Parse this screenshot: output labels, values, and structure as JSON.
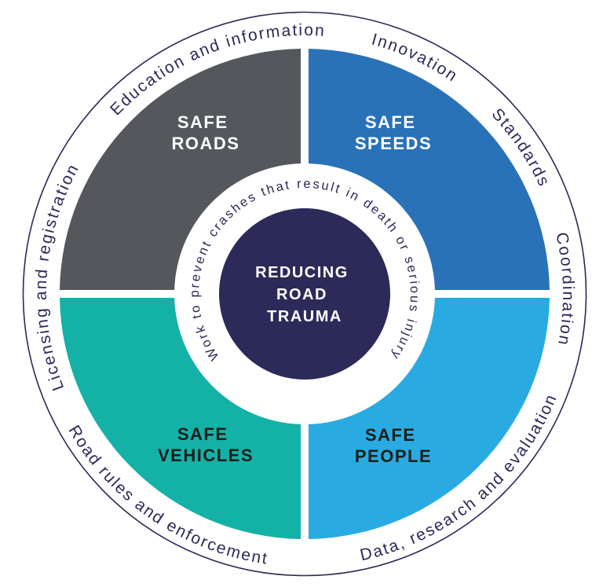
{
  "diagram": {
    "center": {
      "lines": [
        "REDUCING",
        "ROAD",
        "TRAUMA"
      ]
    },
    "inner_ring_text": "Work to prevent crashes that result in death or serious injury",
    "quadrants": [
      {
        "lines": [
          "SAFE",
          "ROADS"
        ],
        "color": "#54575c",
        "text_color": "#ffffff"
      },
      {
        "lines": [
          "SAFE",
          "SPEEDS"
        ],
        "color": "#2a72b8",
        "text_color": "#ffffff"
      },
      {
        "lines": [
          "SAFE",
          "VEHICLES"
        ],
        "color": "#14b1a6",
        "text_color": "#1d1d1b"
      },
      {
        "lines": [
          "SAFE",
          "PEOPLE"
        ],
        "color": "#29abe2",
        "text_color": "#1d1d1b"
      }
    ],
    "outer_labels": [
      "Education and information",
      "Innovation",
      "Standards",
      "Coordination",
      "Data, research and evaluation",
      "Road rules and enforcement",
      "Licensing and registration"
    ],
    "colors": {
      "navy": "#2b2a58",
      "background": "#ffffff",
      "center_text": "#ffffff"
    }
  }
}
